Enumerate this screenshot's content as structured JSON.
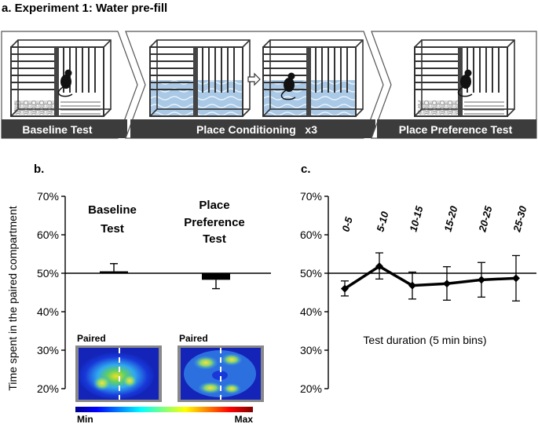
{
  "figure_title": "a. Experiment 1: Water pre-fill",
  "panel_a": {
    "stages": [
      {
        "label": "Baseline Test"
      },
      {
        "label": "Place Conditioning   x3"
      },
      {
        "label": "Place Preference Test"
      }
    ]
  },
  "panel_b": {
    "letter": "b.",
    "heatmap_labels": [
      "Paired",
      "Paired"
    ],
    "colorbar": {
      "min_label": "Min",
      "max_label": "Max"
    }
  },
  "panel_c": {
    "letter": "c."
  },
  "colors": {
    "bar": "#000000",
    "cage": "#333333",
    "water": "#a9c9e6",
    "banner": "#3c3c3c"
  },
  "chart_data": [
    {
      "type": "bar",
      "panel": "b",
      "categories": [
        "Baseline\nTest",
        "Place\nPreference\nTest"
      ],
      "values": [
        50.5,
        48.3
      ],
      "errors": [
        [
          50.5,
          52.5
        ],
        [
          46.0,
          48.3
        ]
      ],
      "baseline": 50,
      "ylabel": "Time spent in the paired compartment",
      "yticks": [
        "20%",
        "30%",
        "40%",
        "50%",
        "60%",
        "70%"
      ],
      "ylim": [
        20,
        70
      ],
      "grid": false
    },
    {
      "type": "line",
      "panel": "c",
      "categories": [
        "0-5",
        "5-10",
        "10-15",
        "15-20",
        "20-25",
        "25-30"
      ],
      "values": [
        46.0,
        51.8,
        46.8,
        47.3,
        48.3,
        48.7
      ],
      "error_low": [
        44.1,
        48.5,
        43.3,
        43.0,
        43.8,
        42.8
      ],
      "error_high": [
        48.0,
        55.3,
        50.3,
        51.7,
        52.8,
        54.6
      ],
      "xlabel": "Test duration (5 min bins)",
      "yticks": [
        "20%",
        "30%",
        "40%",
        "50%",
        "60%",
        "70%"
      ],
      "ylim": [
        20,
        70
      ],
      "grid": false
    }
  ]
}
